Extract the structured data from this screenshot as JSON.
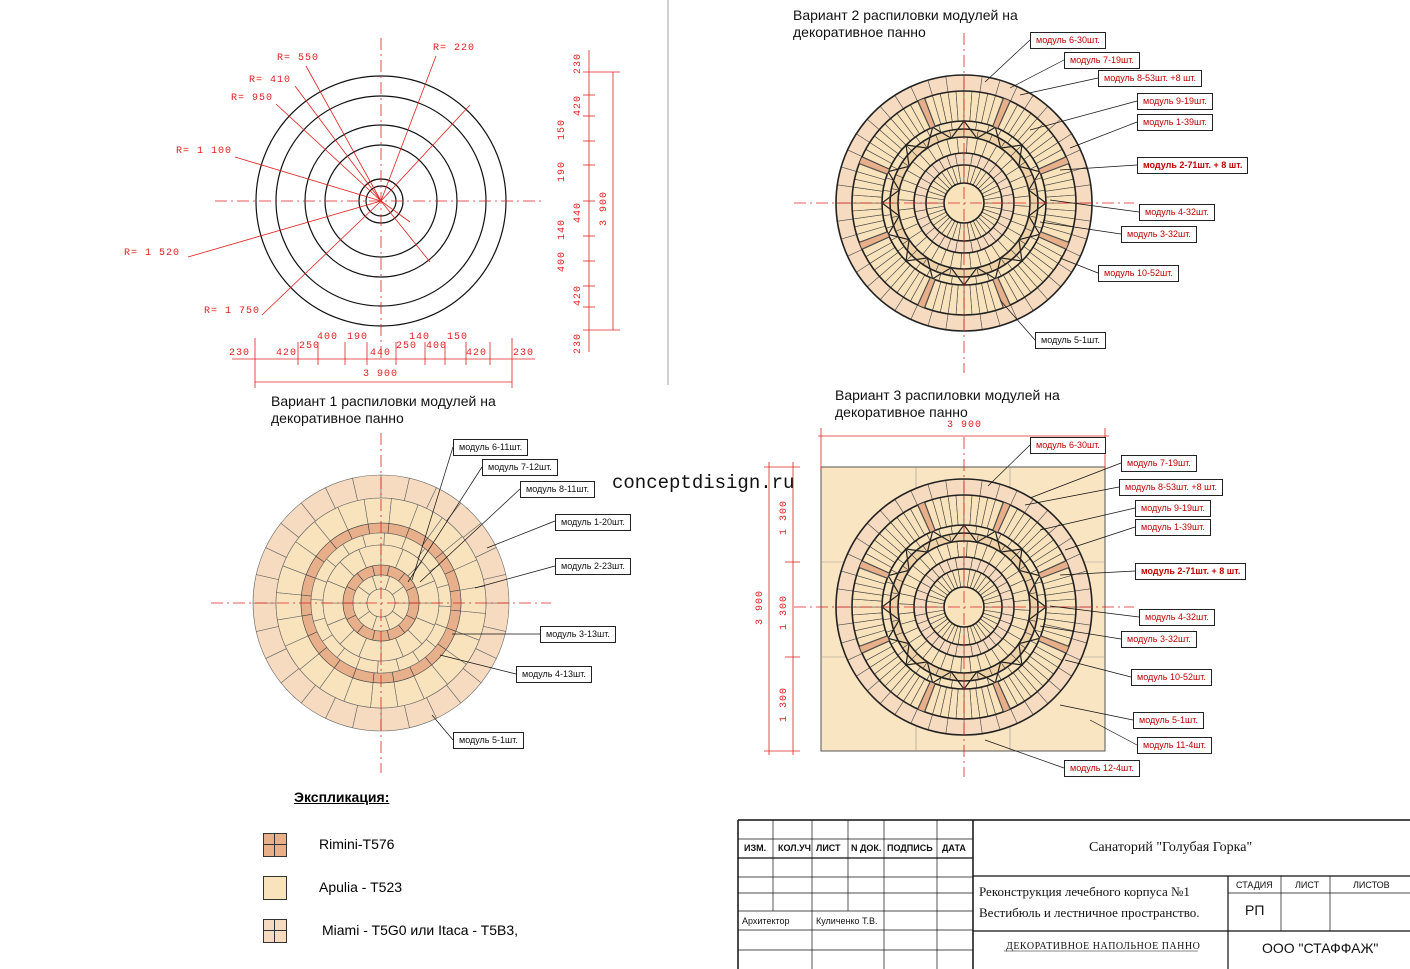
{
  "watermark": "conceptdisign.ru",
  "scheme": {
    "radii": [
      "R= 550",
      "R= 220",
      "R= 410",
      "R= 950",
      "R= 1 100",
      "R= 1 520",
      "R= 1 750"
    ],
    "bottom_dims": [
      "400",
      "190",
      "140",
      "150",
      "230",
      "420",
      "250",
      "440",
      "250",
      "400",
      "420",
      "230"
    ],
    "bottom_total": "3 900",
    "right_dims": [
      "230",
      "420",
      "150",
      "440",
      "190",
      "140",
      "400",
      "420",
      "230"
    ],
    "right_total": "3 900"
  },
  "variant1": {
    "title_line1": "Вариант 1  распиловки модулей на",
    "title_line2": "декоративное панно",
    "tags": [
      "модуль 6-11шт.",
      "модуль 7-12шт.",
      "модуль 8-11шт.",
      "модуль 1-20шт.",
      "модуль 2-23шт.",
      "модуль 3-13шт.",
      "модуль 4-13шт.",
      "модуль 5-1шт."
    ]
  },
  "variant2": {
    "title_line1": "Вариант 2  распиловки модулей на",
    "title_line2": "декоративное панно",
    "tags": [
      "модуль 6-30шт.",
      "модуль 7-19шт.",
      "модуль 8-53шт. +8 шт.",
      "модуль 9-19шт.",
      "модуль 1-39шт.",
      "модуль 2-71шт. + 8 шт.",
      "модуль 4-32шт.",
      "модуль 3-32шт.",
      "модуль 10-52шт.",
      "модуль 5-1шт."
    ]
  },
  "variant3": {
    "title_line1": "Вариант 3  распиловки модулей на",
    "title_line2": "декоративное панно",
    "top_dim": "3 900",
    "left_total": "3 900",
    "left_dims": [
      "1 300",
      "1 300",
      "1 300"
    ],
    "tags": [
      "модуль 6-30шт.",
      "модуль 7-19шт.",
      "модуль 8-53шт. +8 шт.",
      "модуль 9-19шт.",
      "модуль 1-39шт.",
      "модуль 2-71шт. + 8 шт.",
      "модуль 4-32шт.",
      "модуль 3-32шт.",
      "модуль 10-52шт.",
      "модуль 5-1шт.",
      "модуль 11-4шт.",
      "модуль 12-4шт."
    ]
  },
  "explication": {
    "title": "Экспликация:",
    "items": [
      {
        "label": "Rimini-T576",
        "color": "#e8b08a"
      },
      {
        "label": "Apulia - T523",
        "color": "#f8e3bc"
      },
      {
        "label": "Miami - T5G0  или Itaca - T5B3,",
        "color": "#f6dbc0"
      }
    ]
  },
  "title_block": {
    "headers": [
      "ИЗМ.",
      "КОЛ.УЧ",
      "ЛИСТ",
      "N ДОК.",
      "ПОДПИСЬ",
      "ДАТА"
    ],
    "architect_label": "Архитектор",
    "architect_name": "Куличенко Т.В.",
    "project": "Санаторий \"Голубая Горка\"",
    "object_line1": "Реконструкция лечебного корпуса №1",
    "object_line2": "Вестибюль и лестничное пространство.",
    "stage_label": "СТАДИЯ",
    "sheet_label": "ЛИСТ",
    "sheets_label": "ЛИСТОВ",
    "stage_value": "РП",
    "sheet_title": "ДЕКОРАТИВНОЕ НАПОЛЬНОЕ ПАННО",
    "company": "ООО \"СТАФФАЖ\""
  },
  "colors": {
    "rimini": "#e8b08a",
    "apulia": "#f8e3bc",
    "miami": "#f6dbc0",
    "dim": "#e02020"
  }
}
